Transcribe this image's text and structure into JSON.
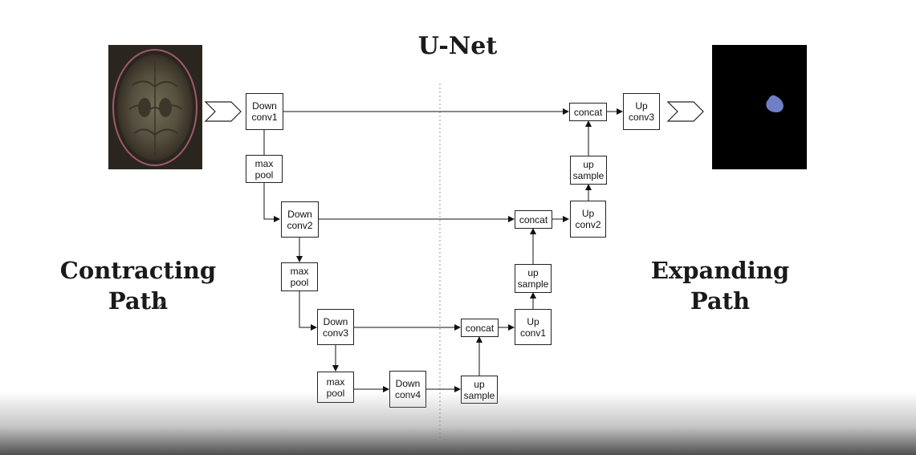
{
  "title": "U-Net",
  "labels": {
    "contracting": "Contracting\nPath",
    "expanding": "Expanding\nPath"
  },
  "nodes": {
    "down_conv1": "Down\nconv1",
    "max_pool1": "max\npool",
    "down_conv2": "Down\nconv2",
    "max_pool2": "max\npool",
    "down_conv3": "Down\nconv3",
    "max_pool3": "max\npool",
    "down_conv4": "Down\nconv4",
    "up_sample1": "up\nsample",
    "concat1": "concat",
    "up_conv1": "Up\nconv1",
    "up_sample2": "up\nsample",
    "concat2": "concat",
    "up_conv2": "Up\nconv2",
    "up_sample3": "up\nsample",
    "concat3": "concat",
    "up_conv3": "Up\nconv3"
  },
  "images": {
    "input": "brain-mri-scan",
    "output": "segmentation-mask"
  },
  "colors": {
    "mask_blob": "#6f7fc4",
    "lines": "#111111",
    "divider": "#8a9ab0"
  }
}
